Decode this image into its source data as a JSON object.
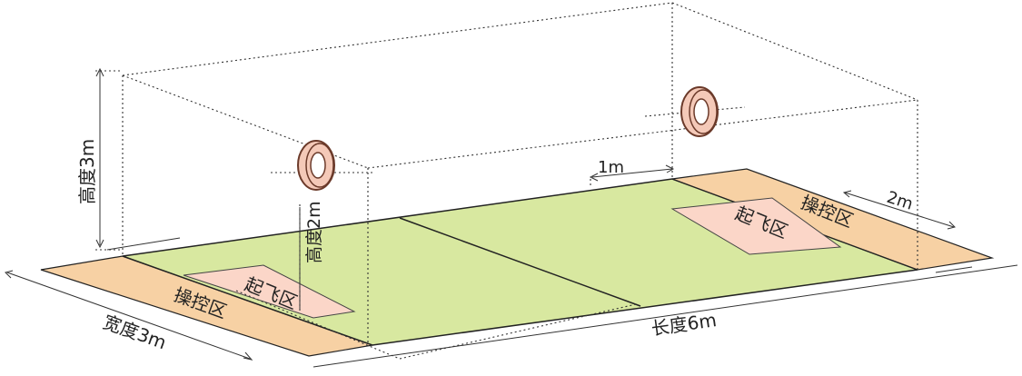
{
  "labels": {
    "height_total": "高度3m",
    "height_ring": "高度2m",
    "width": "宽度3m",
    "length": "长度6m",
    "gap_1m": "1m",
    "gap_2m": "2m",
    "takeoff_left": "起飞区",
    "takeoff_right": "起飞区",
    "control_left": "操控区",
    "control_right": "操控区"
  },
  "colors": {
    "field_green": "#d8e8a0",
    "control_zone": "#f7d1a4",
    "takeoff_zone": "#fbd6c8",
    "ring_fill": "#f4c9b8",
    "ring_outline": "#6b3a2a",
    "edge": "#222222"
  }
}
